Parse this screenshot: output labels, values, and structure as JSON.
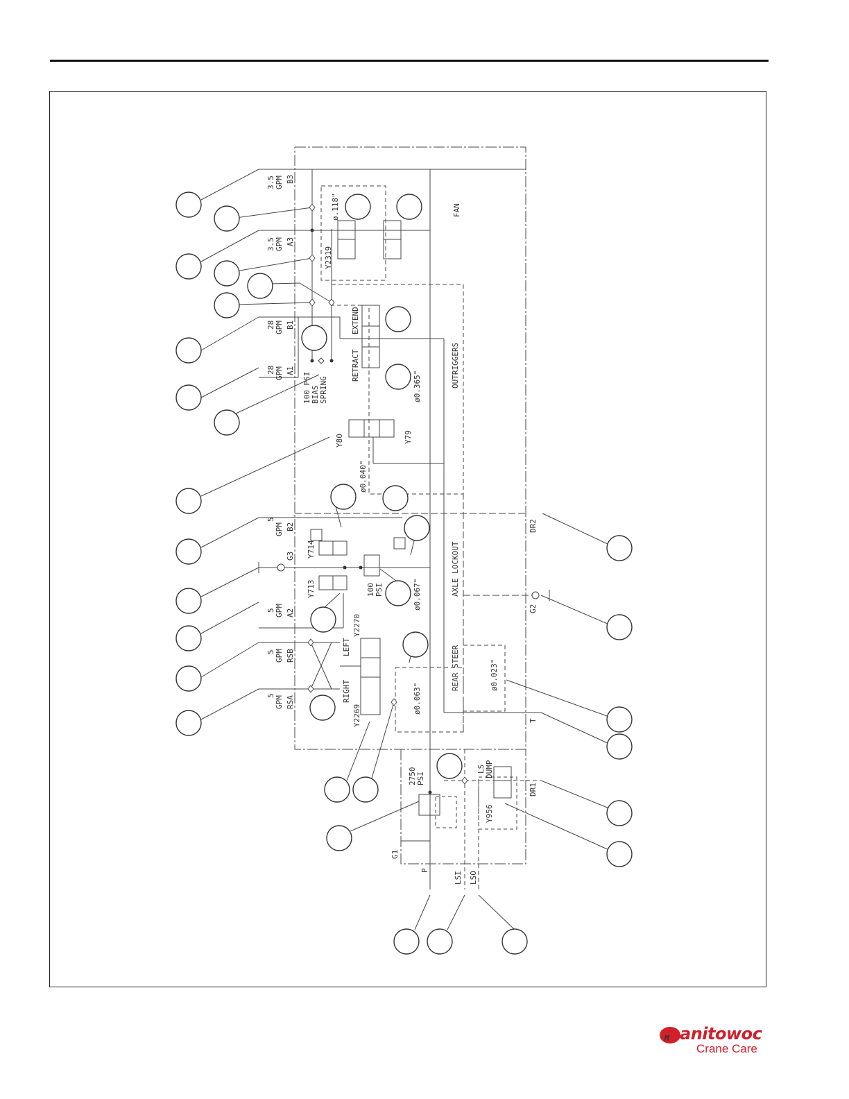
{
  "brand": {
    "name": "anitowoc",
    "sub": "Crane Care",
    "color": "#d0202a",
    "mark_letter": "M"
  },
  "diagram": {
    "sections": [
      "FAN",
      "OUTRIGGERS",
      "AXLE LOCKOUT",
      "REAR STEER"
    ],
    "ports_left": [
      {
        "id": "B3",
        "flow": "3.5",
        "unit": "GPM"
      },
      {
        "id": "A3",
        "flow": "3.5",
        "unit": "GPM"
      },
      {
        "id": "B1",
        "flow": "28",
        "unit": "GPM"
      },
      {
        "id": "A1",
        "flow": "28",
        "unit": "GPM"
      },
      {
        "id": "B2",
        "flow": "5",
        "unit": "GPM"
      },
      {
        "id": "G3",
        "flow": "",
        "unit": ""
      },
      {
        "id": "A2",
        "flow": "5",
        "unit": "GPM"
      },
      {
        "id": "RSB",
        "flow": "5",
        "unit": "GPM"
      },
      {
        "id": "RSA",
        "flow": "5",
        "unit": "GPM"
      }
    ],
    "ports_right": [
      "DR2",
      "G2",
      "T",
      "DR1"
    ],
    "ports_bottom": [
      "P",
      "LSI",
      "LSO",
      "G1"
    ],
    "labels": {
      "y2319": "Y2319",
      "orifice_118": "ø.118\"",
      "bias": [
        "100 PSI",
        "BIAS",
        "SPRING"
      ],
      "extend": "EXTEND",
      "retract": "RETRACT",
      "orifice_365": "ø0.365\"",
      "y80": "Y80",
      "y79": "Y79",
      "orifice_040": "ø0.040\"",
      "y714": "Y714",
      "y713": "Y713",
      "psi100": [
        "100",
        "PSI"
      ],
      "orifice_067": "ø0.067\"",
      "y2270": "Y2270",
      "y2269": "Y2269",
      "left": "LEFT",
      "right": "RIGHT",
      "orifice_063": "ø0.063\"",
      "orifice_023": "ø0.023\"",
      "relief": [
        "2750",
        "PSI"
      ],
      "ls_dump": [
        "LS",
        "DUMP"
      ],
      "y956": "Y956"
    }
  }
}
